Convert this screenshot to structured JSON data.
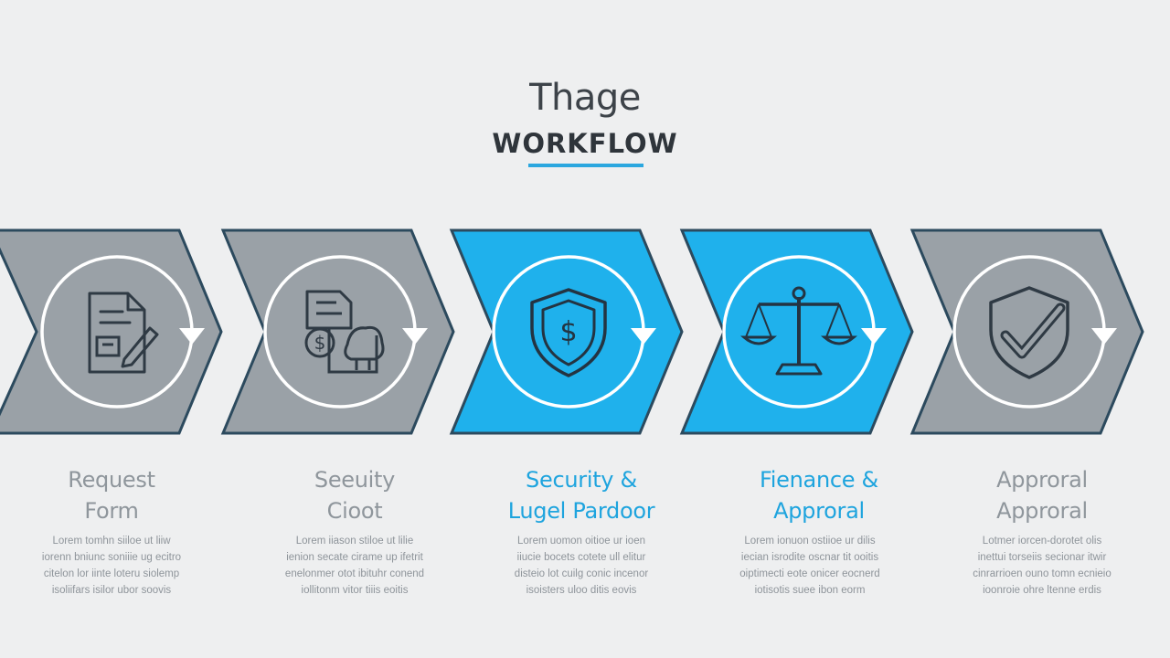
{
  "header": {
    "title": "Thage",
    "subtitle": "WORKFLOW"
  },
  "colors": {
    "active": "#1fb1ec",
    "inactive": "#9aa1a7",
    "border": "#2c4a5e",
    "accent": "#2ba7df"
  },
  "steps": [
    {
      "title_lines": [
        "Request",
        "Form"
      ],
      "active": false,
      "icon": "document-form-icon",
      "desc_lines": [
        "Lorem tomhn siiloe ut liiw",
        "iorenn bniunc soniiie ug ecitro",
        "citelon lor iinte loteru siolemp",
        "isoliifars isilor ubor soovis"
      ]
    },
    {
      "title_lines": [
        "Seeuity",
        "Cioot"
      ],
      "active": false,
      "icon": "budget-documents-icon",
      "desc_lines": [
        "Lorem iiason stiloe ut lilie",
        "ienion secate cirame up ifetrit",
        "enelonmer otot ibituhr conend",
        "iollitonm vitor tiiis eoitis"
      ]
    },
    {
      "title_lines": [
        "Security &",
        "Lugel Pardoor"
      ],
      "active": true,
      "icon": "security-shield-icon",
      "desc_lines": [
        "Lorem uomon oitioe ur ioen",
        "iiucie bocets cotete ull elitur",
        "disteio lot cuilg conic incenor",
        "isoisters uloo ditis eovis"
      ]
    },
    {
      "title_lines": [
        "Fienance &",
        "Approral"
      ],
      "active": true,
      "icon": "legal-scale-icon",
      "desc_lines": [
        "Lorem ionuon ostiioe ur dilis",
        "iecian isrodite oscnar tit ooitis",
        "oiptimecti eote onicer eocnerd",
        "iotisotis suee ibon eorm"
      ]
    },
    {
      "title_lines": [
        "Approral",
        "Approral"
      ],
      "active": false,
      "icon": "approval-check-icon",
      "desc_lines": [
        "Lotmer iorcen-dorotet olis",
        "inettui torseiis secionar itwir",
        "cinrarrioen ouno tomn ecnieio",
        "ioonroie ohre ltenne erdis"
      ]
    }
  ]
}
